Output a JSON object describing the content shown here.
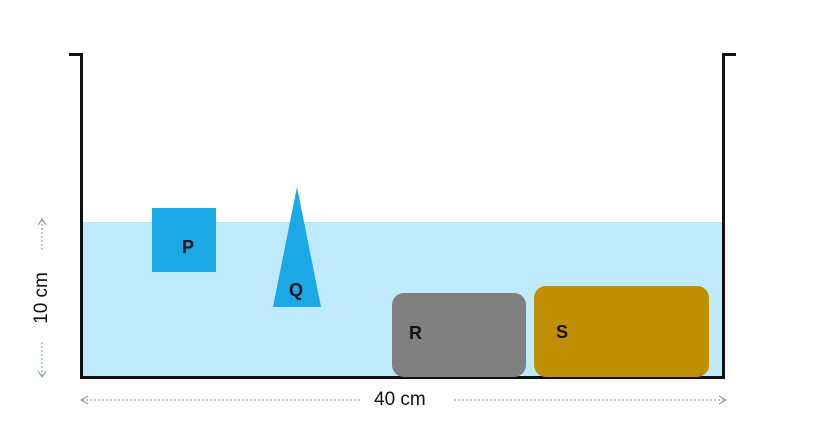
{
  "diagram": {
    "title": "",
    "container": {
      "width_label": "40 cm",
      "water_height_label": "10 cm"
    },
    "objects": [
      {
        "id": "P",
        "label": "P",
        "shape": "square",
        "color": "#1ba8e6",
        "state": "floating"
      },
      {
        "id": "Q",
        "label": "Q",
        "shape": "triangle",
        "color": "#1ba8e6",
        "state": "floating"
      },
      {
        "id": "R",
        "label": "R",
        "shape": "rounded-rectangle",
        "color": "#808080",
        "state": "sunk"
      },
      {
        "id": "S",
        "label": "S",
        "shape": "rounded-rectangle",
        "color": "#c08f02",
        "state": "sunk"
      }
    ],
    "colors": {
      "water": "#bfeafb",
      "wall": "#111111",
      "dimension_arrow": "#8fa3bf"
    }
  }
}
